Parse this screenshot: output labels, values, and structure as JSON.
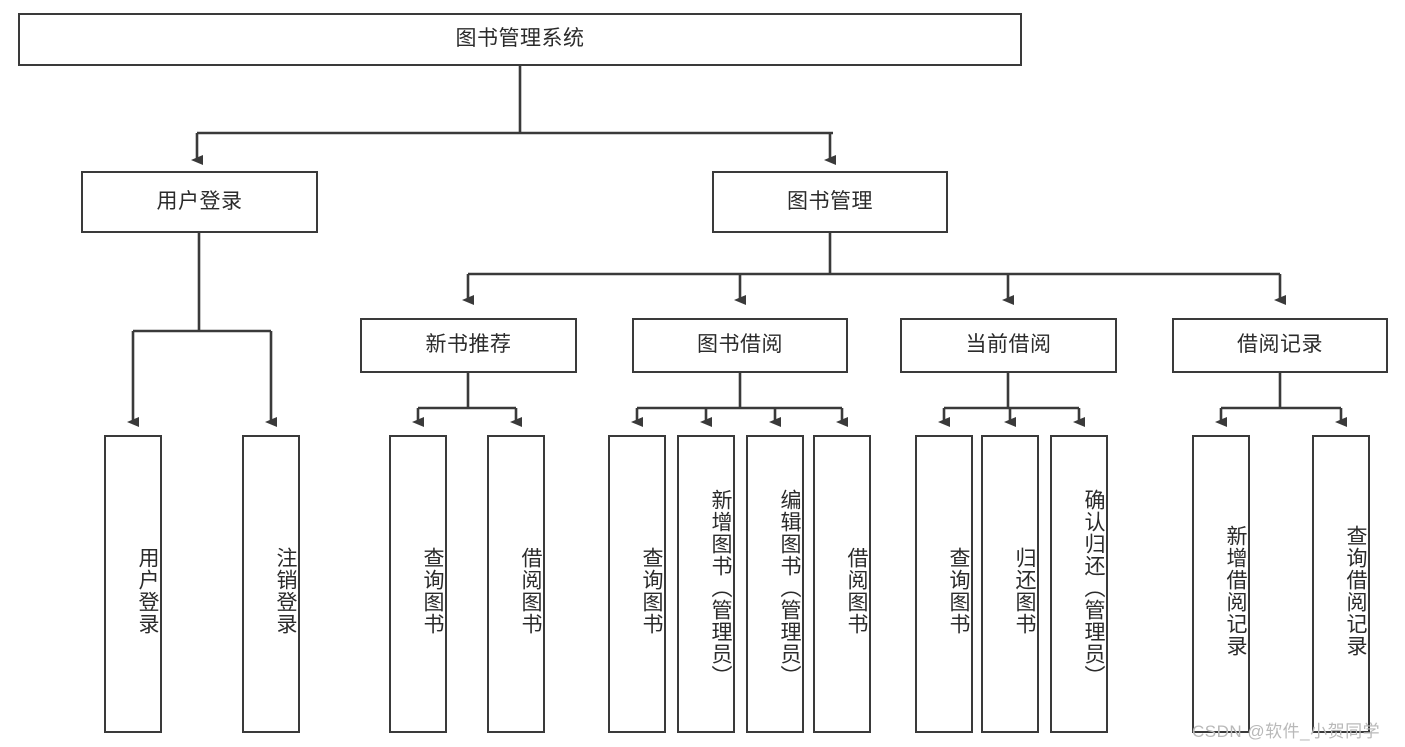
{
  "diagram": {
    "title_node": {
      "label": "图书管理系统"
    },
    "level2": [
      {
        "id": "user-login",
        "label": "用户登录"
      },
      {
        "id": "book-manage",
        "label": "图书管理"
      }
    ],
    "level3": [
      {
        "id": "new-book-recommend",
        "label": "新书推荐"
      },
      {
        "id": "book-borrow",
        "label": "图书借阅"
      },
      {
        "id": "current-borrow",
        "label": "当前借阅"
      },
      {
        "id": "borrow-record",
        "label": "借阅记录"
      }
    ],
    "leaves": [
      {
        "id": "leaf-user-login",
        "label": "用户登录",
        "parent": "用户登录"
      },
      {
        "id": "leaf-logout-login",
        "label": "注销登录",
        "parent": "用户登录"
      },
      {
        "id": "leaf-query-book-1",
        "label": "查询图书",
        "parent": "新书推荐"
      },
      {
        "id": "leaf-borrow-book-1",
        "label": "借阅图书",
        "parent": "新书推荐"
      },
      {
        "id": "leaf-query-book-2",
        "label": "查询图书",
        "parent": "图书借阅"
      },
      {
        "id": "leaf-add-book",
        "label": "新增图书（管理员）",
        "parent": "图书借阅"
      },
      {
        "id": "leaf-edit-book",
        "label": "编辑图书（管理员）",
        "parent": "图书借阅"
      },
      {
        "id": "leaf-borrow-book-2",
        "label": "借阅图书",
        "parent": "图书借阅"
      },
      {
        "id": "leaf-query-book-3",
        "label": "查询图书",
        "parent": "当前借阅"
      },
      {
        "id": "leaf-return-book",
        "label": "归还图书",
        "parent": "当前借阅"
      },
      {
        "id": "leaf-confirm-return",
        "label": "确认归还（管理员）",
        "parent": "当前借阅"
      },
      {
        "id": "leaf-add-record",
        "label": "新增借阅记录",
        "parent": "借阅记录"
      },
      {
        "id": "leaf-query-record",
        "label": "查询借阅记录",
        "parent": "借阅记录"
      }
    ],
    "watermark": "CSDN @软件_小贺同学",
    "colors": {
      "stroke": "#3a3a3a",
      "fill": "#ffffff",
      "text": "#2b2b2b",
      "watermark": "#b9b9b9"
    }
  }
}
